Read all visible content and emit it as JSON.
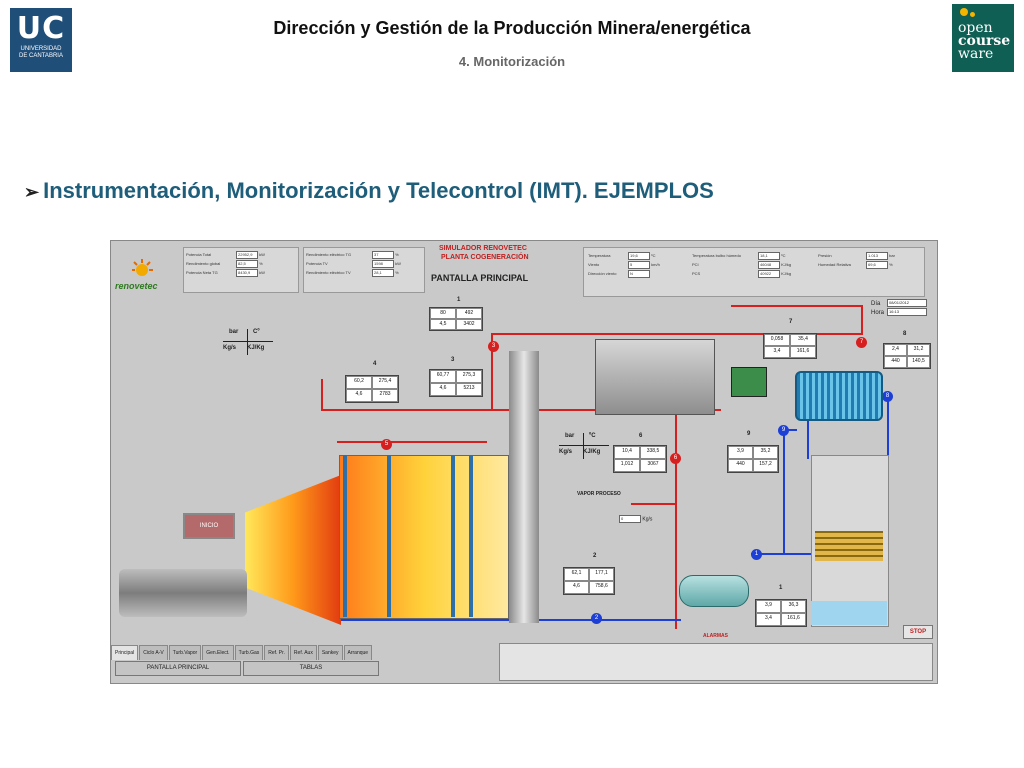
{
  "header": {
    "title": "Dirección y Gestión de la Producción Minera/energética",
    "subtitle": "4. Monitorización",
    "uc_logo": {
      "big": "UC",
      "line1": "UNIVERSIDAD",
      "line2": "DE CANTABRIA"
    },
    "ocw_logo": {
      "line1": "open",
      "line2": "course",
      "line3": "ware"
    }
  },
  "heading": {
    "bullet": "➢",
    "text": "Instrumentación, Monitorización y Telecontrol (IMT). EJEMPLOS"
  },
  "simulator": {
    "brand": "renovetec",
    "title1": "SIMULADOR RENOVETEC",
    "title2": "PLANTA COGENERACIÓN",
    "screen_title": "PANTALLA PRINCIPAL",
    "top_left_panel": [
      {
        "label": "Potencia Total",
        "value": "22952,9",
        "unit": "kW"
      },
      {
        "label": "Rendimiento global",
        "value": "82,5",
        "unit": "%"
      },
      {
        "label": "Potencia Neta TG",
        "value": "8430,9",
        "unit": "kW"
      }
    ],
    "top_mid_panel": [
      {
        "label": "Rendimiento eléctrico TG",
        "value": "37",
        "unit": "%"
      },
      {
        "label": "Potencia TV",
        "value": "1598",
        "unit": "kW"
      },
      {
        "label": "Rendimiento eléctrico TV",
        "value": "28,1",
        "unit": "%"
      }
    ],
    "top_right_panel": [
      {
        "label": "Temperatura",
        "value": "19,6",
        "unit": "ºC"
      },
      {
        "label": "Viento",
        "value": "5",
        "unit": "km/h"
      },
      {
        "label": "Dirección viento",
        "value": "N",
        "unit": ""
      }
    ],
    "top_right_panel2": [
      {
        "label": "Temperatura bulbo húmedo",
        "value": "18,1",
        "unit": "ºC"
      },
      {
        "label": "PCI",
        "value": "46048",
        "unit": "KJ/kg"
      },
      {
        "label": "PCS",
        "value": "40922",
        "unit": "KJ/kg"
      }
    ],
    "top_right_panel3": [
      {
        "label": "Presión",
        "value": "1.013",
        "unit": "bar"
      },
      {
        "label": "Humedad Relativa",
        "value": "69,6",
        "unit": "%"
      }
    ],
    "date": {
      "dia_label": "Día",
      "dia": "08/01/2012",
      "hora_label": "Hora",
      "hora": "16:13"
    },
    "legend": {
      "top_left": "bar",
      "top_right": "Cº",
      "bottom_left": "Kg/s",
      "bottom_right": "KJ/Kg"
    },
    "legend2": {
      "top_left": "bar",
      "top_right": "ºC",
      "bottom_left": "Kg/s",
      "bottom_right": "KJ/Kg"
    },
    "boxes": [
      {
        "n": "1",
        "a": "80",
        "b": "492",
        "c": "4,5",
        "d": "3402"
      },
      {
        "n": "3",
        "a": "60,77",
        "b": "275,3",
        "c": "4,6",
        "d": "5213"
      },
      {
        "n": "4",
        "a": "60,2",
        "b": "275,4",
        "c": "4,6",
        "d": "2783"
      },
      {
        "n": "7",
        "a": "0,058",
        "b": "35,4",
        "c": "3,4",
        "d": "161,6"
      },
      {
        "n": "8",
        "a": "2,4",
        "b": "31,2",
        "c": "440",
        "d": "140,5"
      },
      {
        "n": "6",
        "a": "10,4",
        "b": "338,5",
        "c": "1,012",
        "d": "3067"
      },
      {
        "n": "9",
        "a": "3,9",
        "b": "35,2",
        "c": "440",
        "d": "157,2"
      },
      {
        "n": "2",
        "a": "62,1",
        "b": "177,1",
        "c": "4,6",
        "d": "758,6"
      },
      {
        "n": "1",
        "a": "3,9",
        "b": "36,3",
        "c": "3,4",
        "d": "161,6"
      }
    ],
    "vapor_label": "VAPOR PROCESO",
    "vapor_value": "0",
    "vapor_unit": "Kg/s",
    "inicio": "INICIO",
    "alarmas": "ALARMAS",
    "stop": "STOP",
    "tabs": [
      "Principal",
      "Ciclo A-V",
      "Turb.Vapor",
      "Gen.Elect.",
      "Turb.Gas",
      "Ref. Pr.",
      "Ref. Aux",
      "Sankey",
      "Arranque"
    ],
    "bottom_buttons": [
      "PANTALLA PRINCIPAL",
      "TABLAS"
    ],
    "colors": {
      "pipe_red": "#d62020",
      "pipe_blue": "#1e3fd6",
      "heading": "#1f5e7a"
    }
  }
}
